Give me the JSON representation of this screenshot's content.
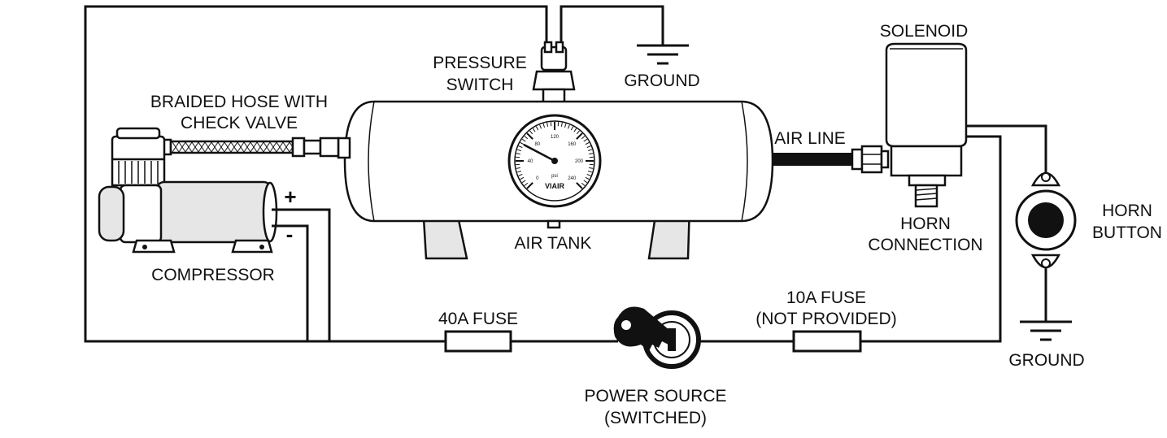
{
  "labels": {
    "pressure_switch_1": "PRESSURE",
    "pressure_switch_2": "SWITCH",
    "ground_top": "GROUND",
    "solenoid": "SOLENOID",
    "braided_hose_1": "BRAIDED HOSE WITH",
    "braided_hose_2": "CHECK VALVE",
    "air_line": "AIR LINE",
    "horn_connection_1": "HORN",
    "horn_connection_2": "CONNECTION",
    "horn_button_1": "HORN",
    "horn_button_2": "BUTTON",
    "air_tank": "AIR TANK",
    "compressor": "COMPRESSOR",
    "fuse_40a": "40A FUSE",
    "fuse_10a_1": "10A FUSE",
    "fuse_10a_2": "(NOT PROVIDED)",
    "ground_bottom": "GROUND",
    "power_source_1": "POWER SOURCE",
    "power_source_2": "(SWITCHED)",
    "plus": "+",
    "minus": "-"
  },
  "gauge": {
    "brand": "VIAIR",
    "unit": "psi",
    "ticks": [
      "0",
      "40",
      "80",
      "120",
      "160",
      "200",
      "240"
    ]
  }
}
